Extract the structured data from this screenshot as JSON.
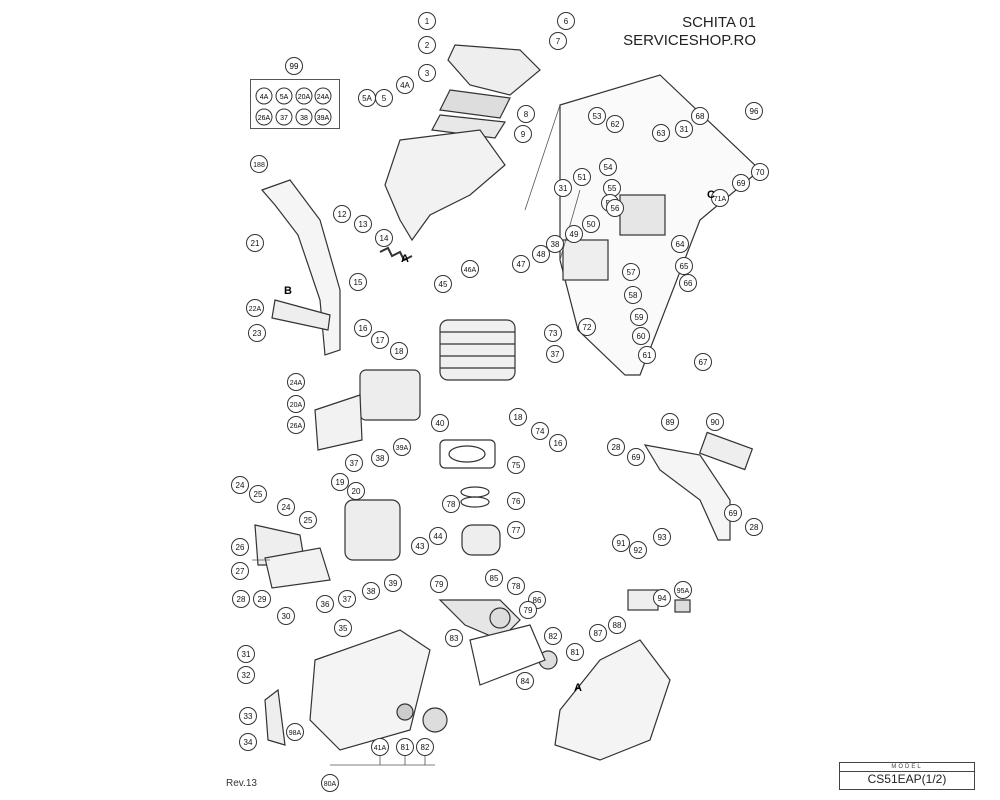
{
  "header": {
    "line1": "SCHITA 01",
    "line2": "SERVICESHOP.RO"
  },
  "revision": "Rev.13",
  "model": {
    "label": "MODEL",
    "value": "CS51EAP(1/2)"
  },
  "kit": {
    "number": "99",
    "items": [
      "4A",
      "5A",
      "20A",
      "24A",
      "26A",
      "37",
      "38",
      "39A"
    ]
  },
  "letters": [
    "A",
    "B",
    "C",
    "A"
  ],
  "callouts": [
    "1",
    "6",
    "2",
    "7",
    "3",
    "4A",
    "5A",
    "5",
    "8",
    "9",
    "188",
    "12",
    "13",
    "14",
    "21",
    "15",
    "16",
    "17",
    "18",
    "22A",
    "23",
    "24A",
    "20A",
    "26A",
    "37",
    "38",
    "39A",
    "45",
    "46A",
    "47",
    "48",
    "49",
    "50",
    "38",
    "73",
    "37",
    "72",
    "40",
    "18",
    "74",
    "16",
    "75",
    "53",
    "62",
    "63",
    "68",
    "31",
    "96",
    "70",
    "54",
    "55",
    "51",
    "31",
    "52",
    "56",
    "69",
    "71A",
    "57",
    "64",
    "65",
    "58",
    "66",
    "59",
    "60",
    "61",
    "67",
    "28",
    "69",
    "89",
    "90",
    "24",
    "25",
    "24",
    "19",
    "20",
    "25",
    "26",
    "27",
    "78",
    "76",
    "77",
    "44",
    "43",
    "36",
    "37",
    "38",
    "39",
    "79",
    "85",
    "78",
    "86",
    "79",
    "28",
    "29",
    "30",
    "31",
    "35",
    "32",
    "33",
    "34",
    "98A",
    "41A",
    "81",
    "82",
    "80A",
    "83",
    "84",
    "82",
    "81",
    "87",
    "88",
    "91",
    "92",
    "93",
    "94",
    "95A",
    "69",
    "28"
  ]
}
